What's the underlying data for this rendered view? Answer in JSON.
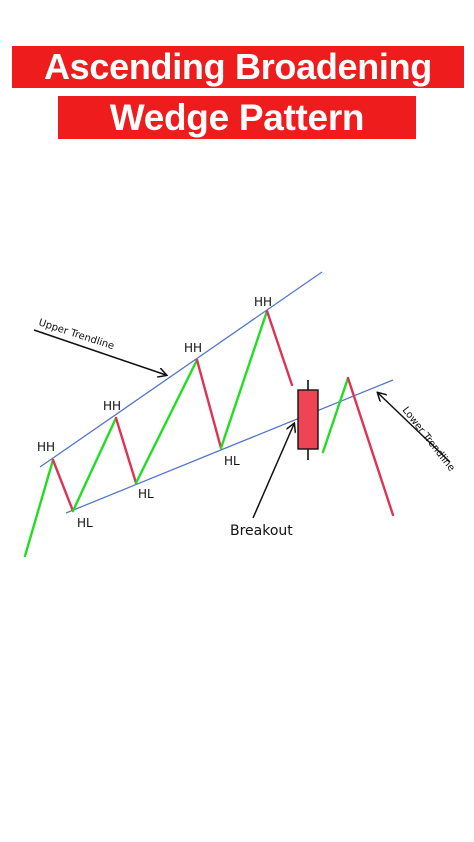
{
  "title": {
    "line1": "Ascending Broadening",
    "line2": "Wedge Pattern"
  },
  "labels": {
    "upper_trendline": "Upper Trendline",
    "lower_trendline": "Lower Trendline",
    "breakout": "Breakout",
    "hh": "HH",
    "hl": "HL"
  },
  "colors": {
    "title_bg": "#ee1c1c",
    "title_text": "#ffffff",
    "up_leg": "#22dd22",
    "down_leg": "#dd3355",
    "trendline": "#5577cc",
    "candle_fill": "#ee4455"
  }
}
